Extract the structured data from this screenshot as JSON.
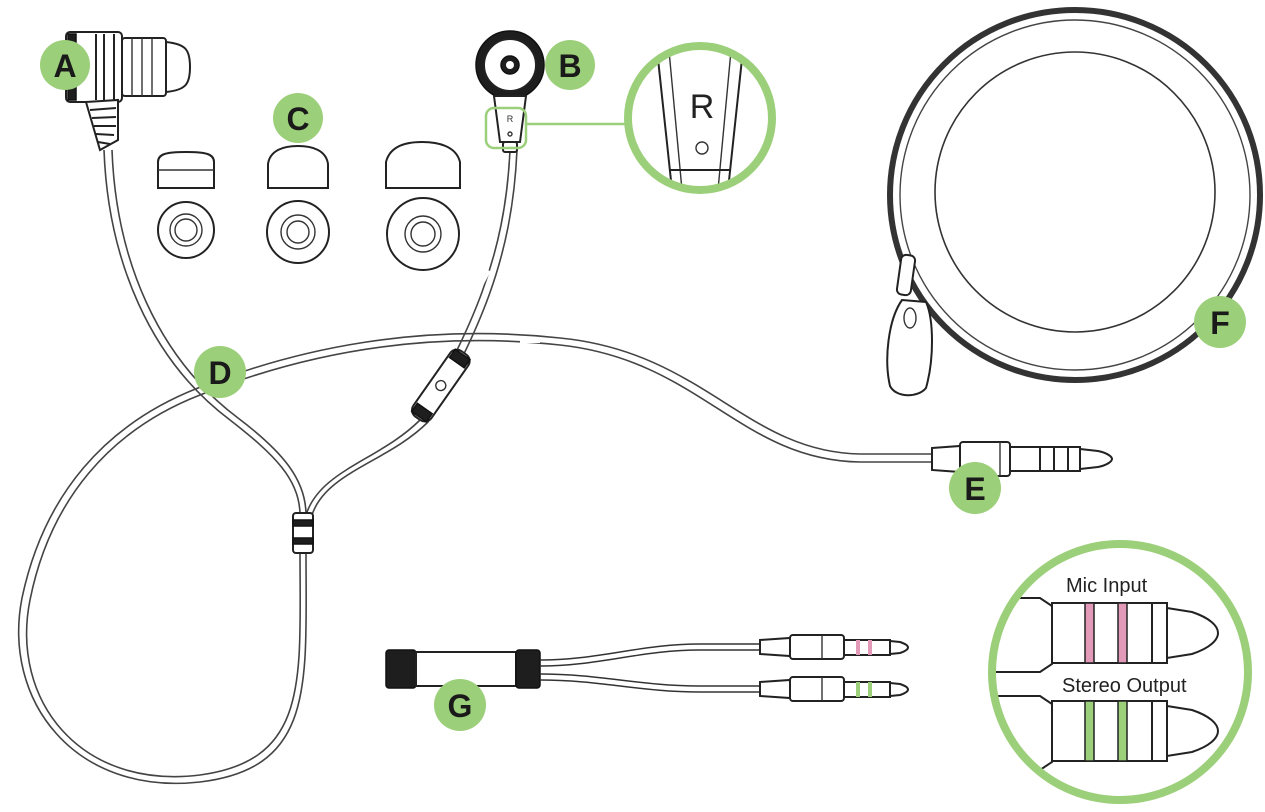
{
  "labels": {
    "a": "A",
    "b": "B",
    "c": "C",
    "d": "D",
    "e": "E",
    "f": "F",
    "g": "G"
  },
  "inset_right_marker": "R",
  "earbud_side_marker": "R",
  "jack_inset": {
    "mic_label": "Mic Input",
    "stereo_label": "Stereo Output"
  },
  "colors": {
    "accent_green": "#9ccf7a",
    "mic_band": "#e39ab8",
    "stereo_band": "#9ccf7a",
    "line": "#222222"
  }
}
